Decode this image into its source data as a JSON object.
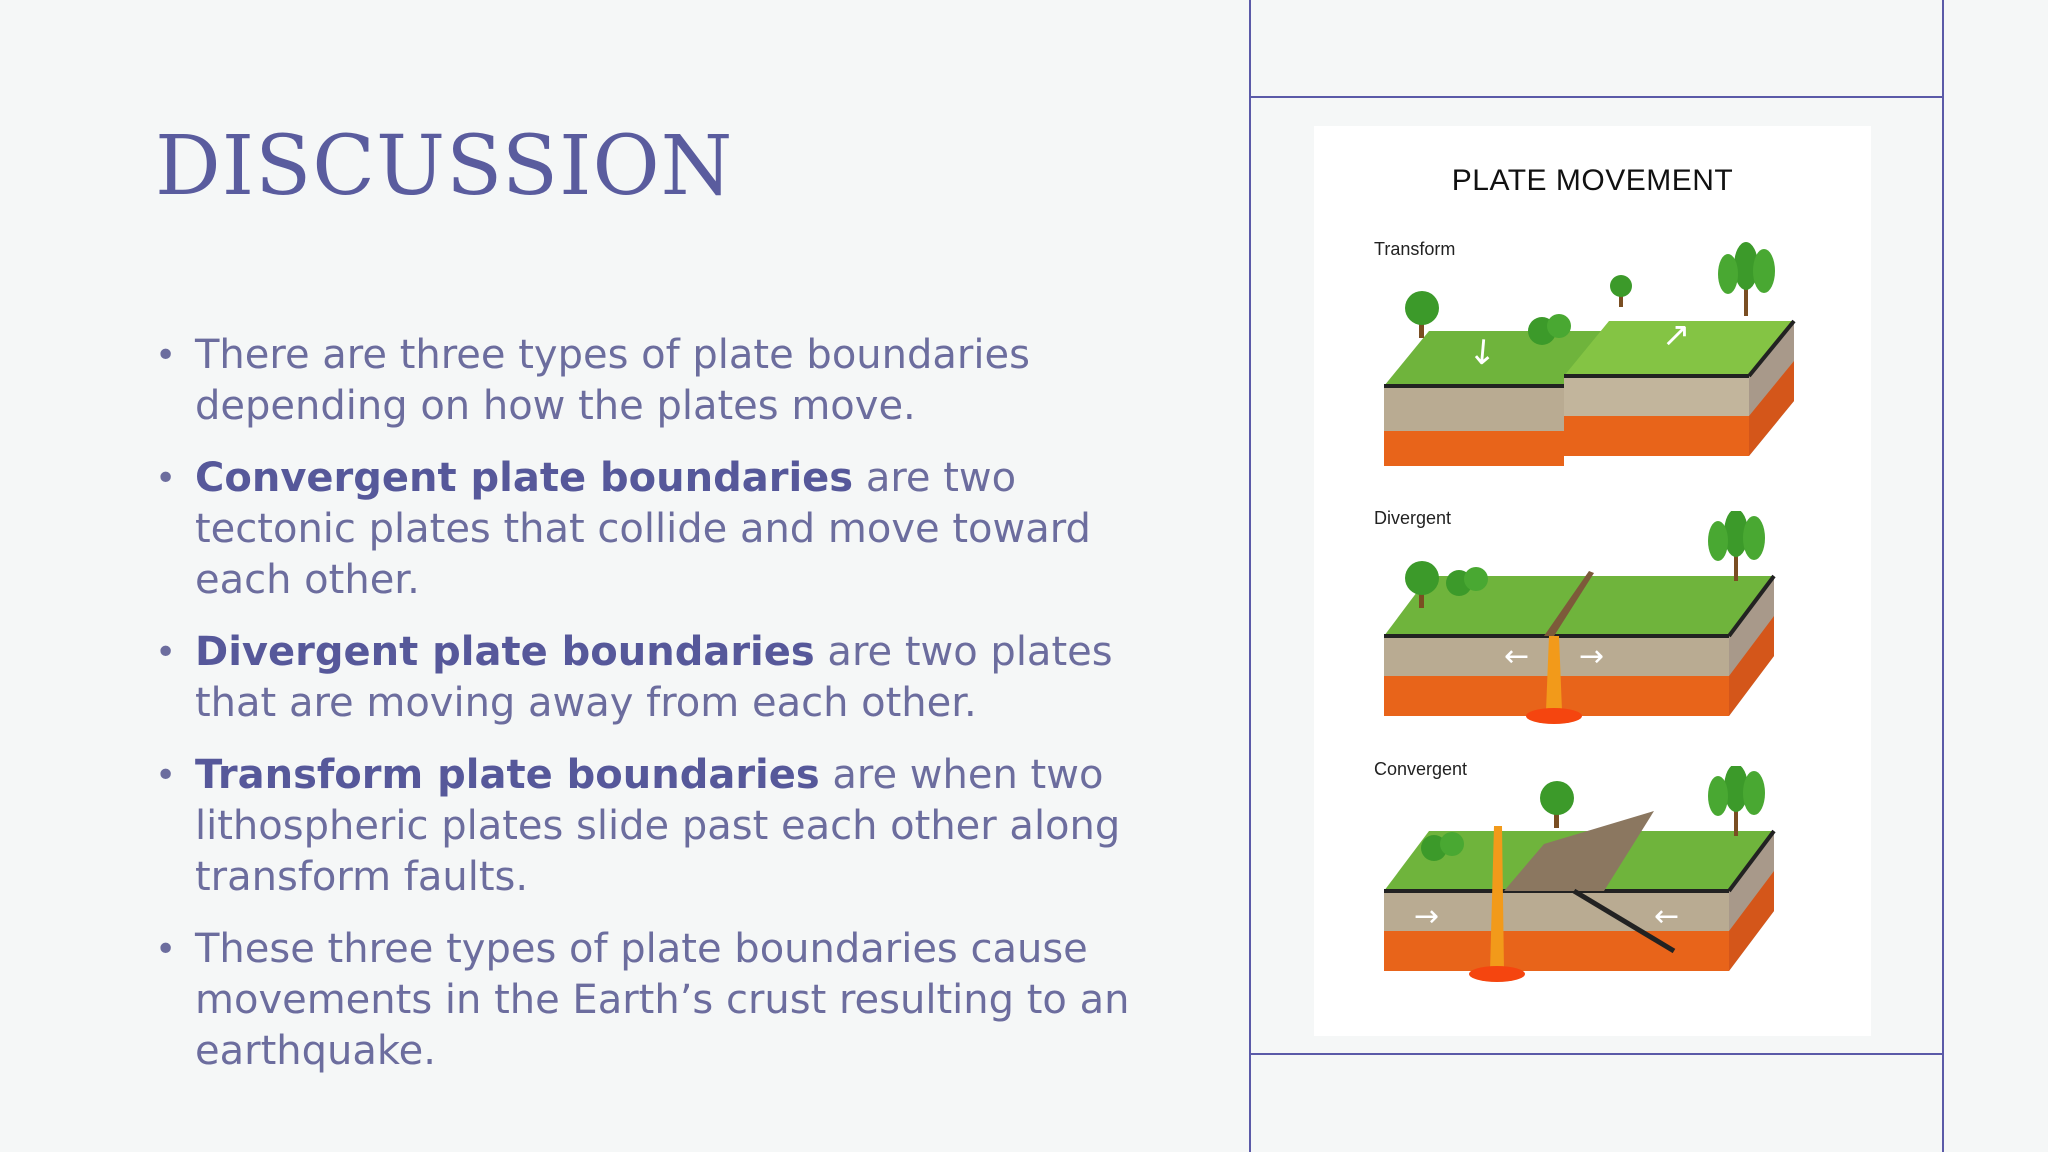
{
  "slide": {
    "title": "DISCUSSION",
    "bullets": [
      {
        "bold": "",
        "text": "There are three types of plate boundaries depending on how the plates move."
      },
      {
        "bold": "Convergent plate boundaries",
        "text": " are two tectonic plates that collide and move toward each other."
      },
      {
        "bold": "Divergent plate boundaries",
        "text": " are two plates that are moving away from each other."
      },
      {
        "bold": "Transform plate boundaries",
        "text": " are when two lithospheric plates slide past each other along transform faults."
      },
      {
        "bold": "",
        "text": "These three types of plate boundaries cause movements in the Earth’s crust resulting to an earthquake."
      }
    ],
    "bullet_glyph": "•"
  },
  "figure": {
    "title": "PLATE MOVEMENT",
    "panels": [
      {
        "label": "Transform"
      },
      {
        "label": "Divergent"
      },
      {
        "label": "Convergent"
      }
    ]
  },
  "colors": {
    "accent": "#5a5c9e",
    "frame": "#5b5aa8",
    "grass": "#6fb43c",
    "soil": "#b9ab92",
    "mantle": "#e8641a"
  }
}
